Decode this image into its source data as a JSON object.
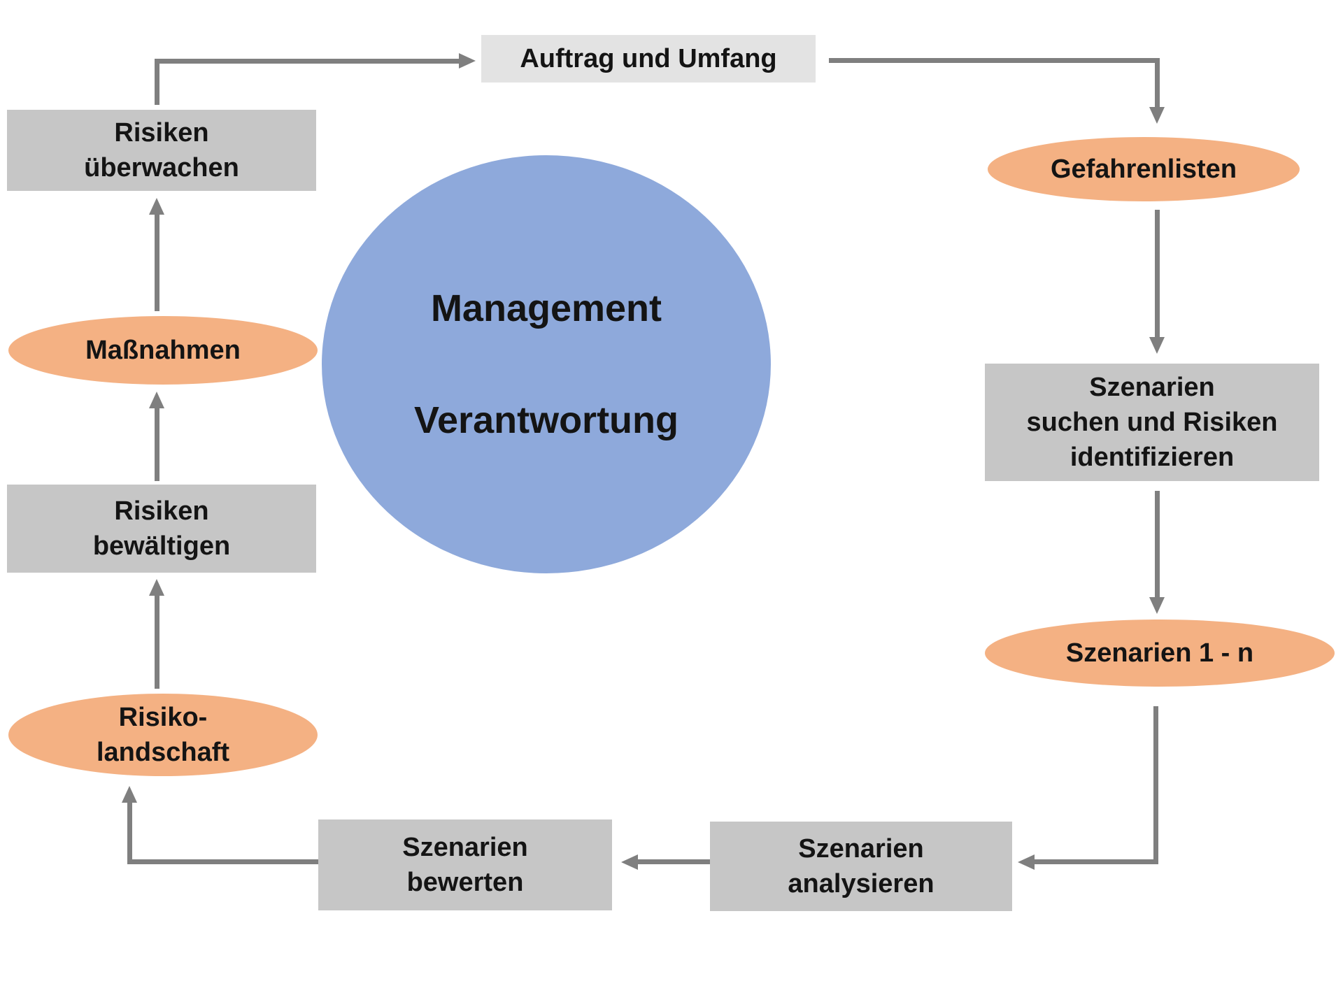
{
  "diagram": {
    "center": {
      "line1": "Management",
      "line2": "Verantwortung"
    },
    "nodes": {
      "auftrag_und_umfang": {
        "label": "Auftrag und Umfang",
        "shape": "box"
      },
      "gefahrenlisten": {
        "label": "Gefahrenlisten",
        "shape": "ellipse"
      },
      "szenarien_suchen": {
        "label": "Szenarien\nsuchen und Risiken\nidentifizieren",
        "shape": "box"
      },
      "szenarien_1_n": {
        "label": "Szenarien 1 - n",
        "shape": "ellipse"
      },
      "szenarien_analysieren": {
        "label": "Szenarien\nanalysieren",
        "shape": "box"
      },
      "szenarien_bewerten": {
        "label": "Szenarien\nbewerten",
        "shape": "box"
      },
      "risikolandschaft": {
        "label": "Risiko-\nlandschaft",
        "shape": "ellipse"
      },
      "risiken_bewaeltigen": {
        "label": "Risiken\nbewältigen",
        "shape": "box"
      },
      "massnahmen": {
        "label": "Maßnahmen",
        "shape": "ellipse"
      },
      "risiken_ueberwachen": {
        "label": "Risiken\nüberwachen",
        "shape": "box"
      }
    },
    "flow": [
      "Auftrag und Umfang -> Gefahrenlisten",
      "Gefahrenlisten -> Szenarien suchen und Risiken identifizieren",
      "Szenarien suchen und Risiken identifizieren -> Szenarien 1 - n",
      "Szenarien 1 - n -> Szenarien analysieren",
      "Szenarien analysieren -> Szenarien bewerten",
      "Szenarien bewerten -> Risikolandschaft",
      "Risikolandschaft -> Risiken bewältigen",
      "Risiken bewältigen -> Maßnahmen",
      "Maßnahmen -> Risiken überwachen",
      "Risiken überwachen -> Auftrag und Umfang"
    ],
    "colors": {
      "circle_fill": "#8EA9DB",
      "ellipse_fill": "#F4B183",
      "box_fill": "#C6C6C6",
      "top_box_fill": "#E3E3E3",
      "arrow": "#7F7F7F",
      "text": "#141414"
    }
  }
}
